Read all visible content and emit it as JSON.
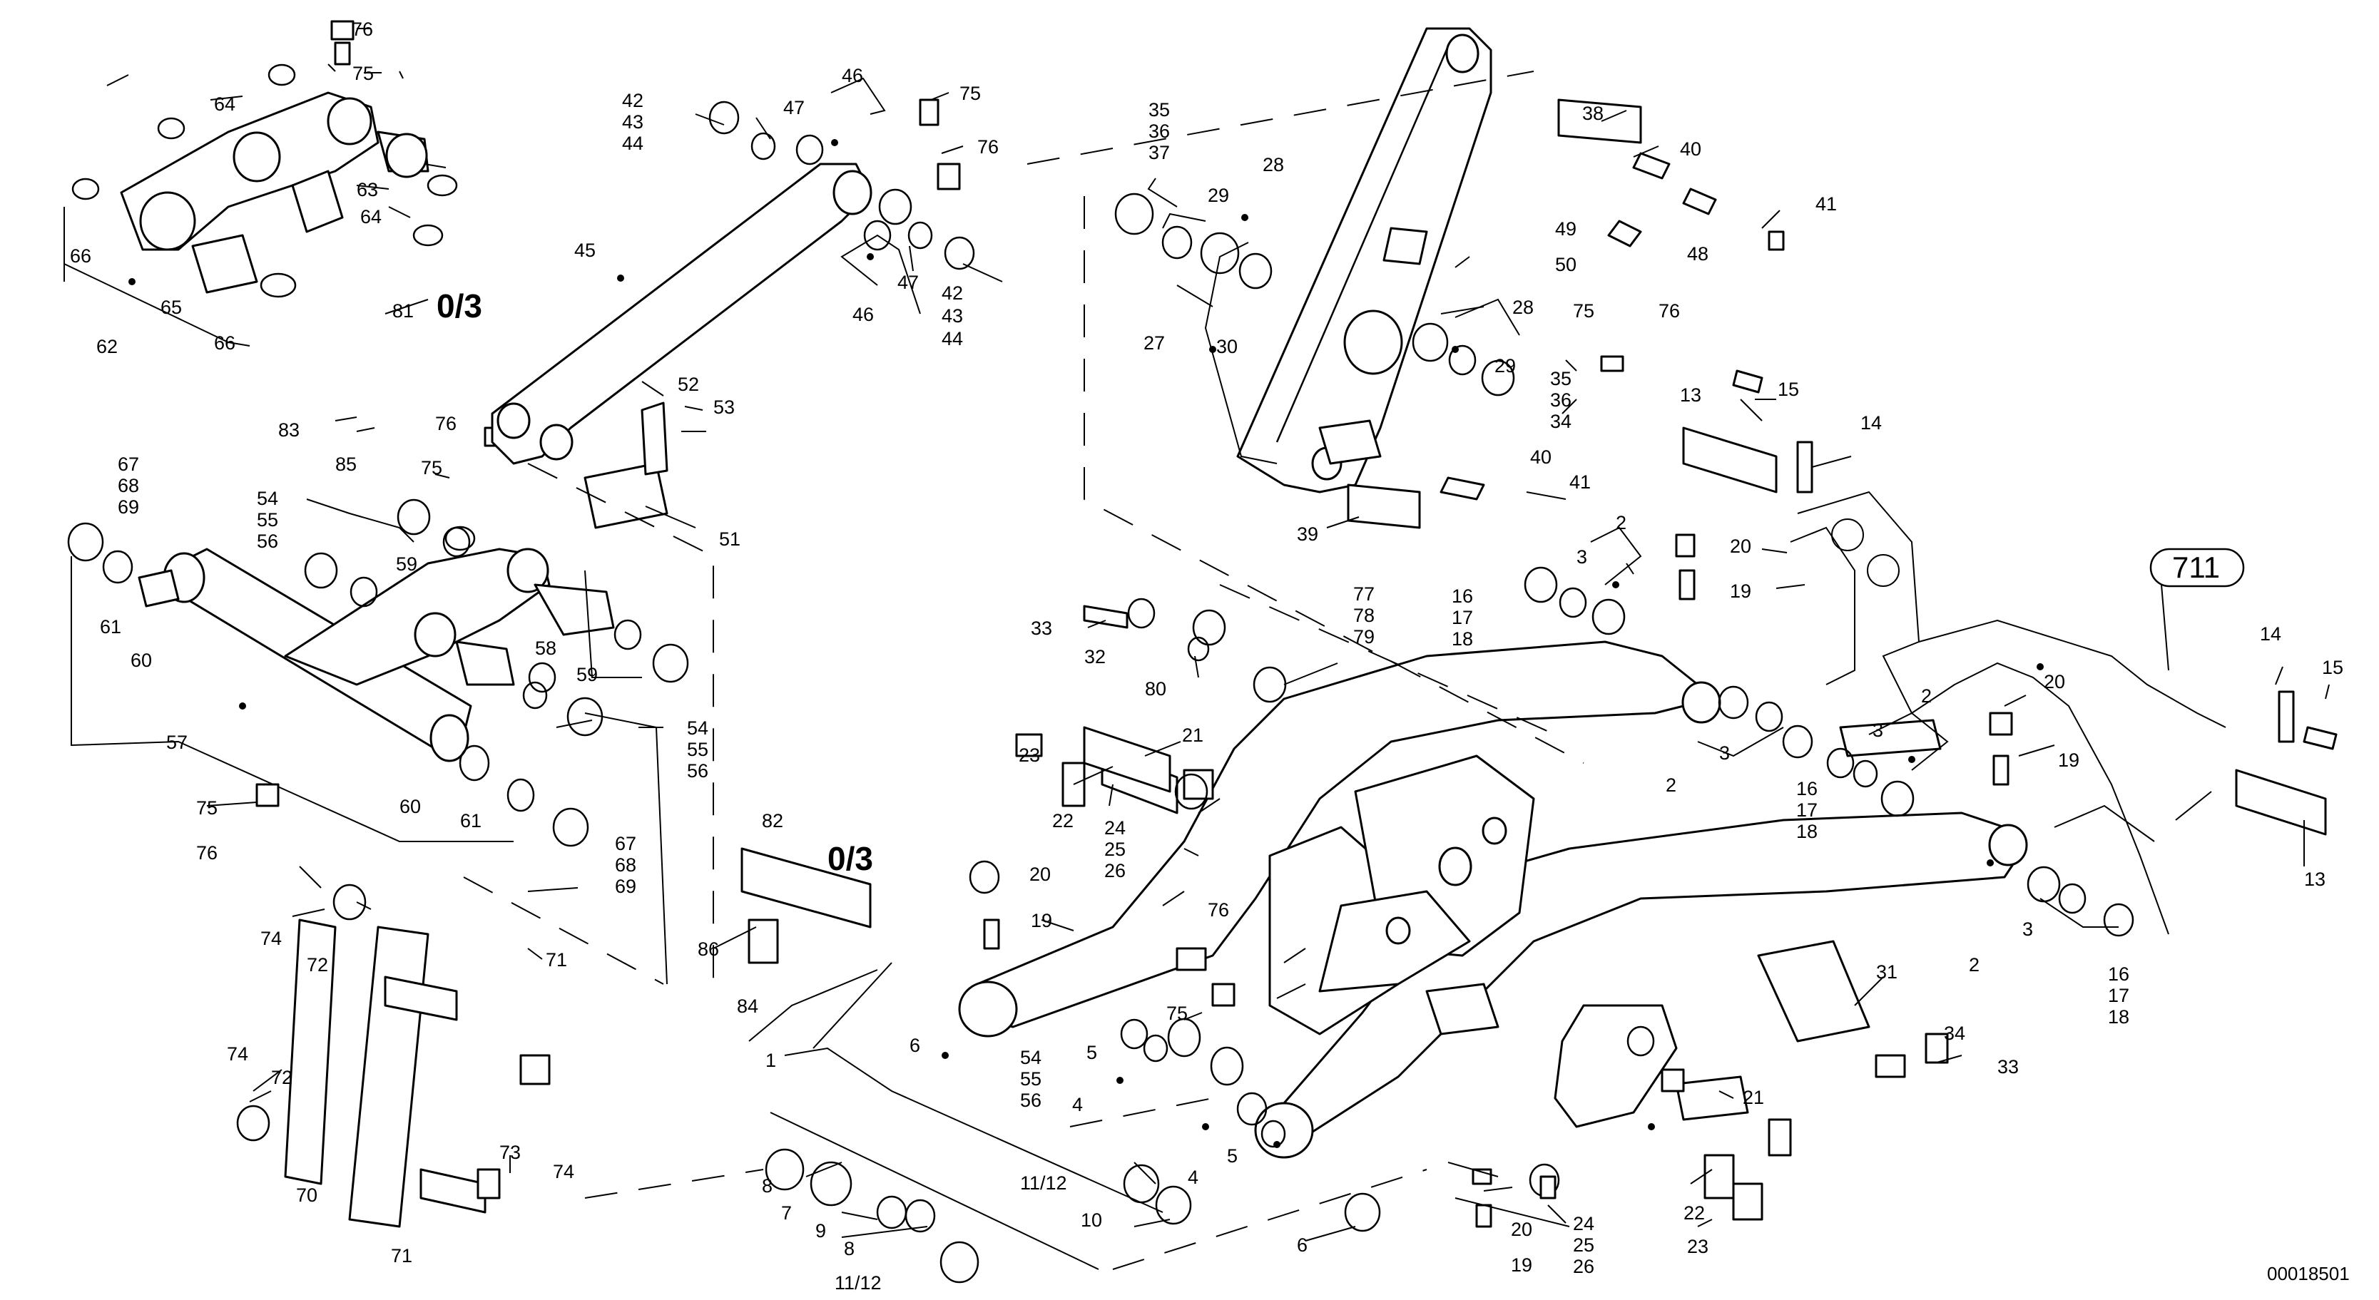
{
  "document_id": "00018501",
  "variant_labels": [
    "0/3",
    "0/3"
  ],
  "assembly_ref": "711",
  "callouts": {
    "c1": "1",
    "c2a": "2",
    "c2b": "2",
    "c2c": "2",
    "c2d": "2",
    "c3a": "3",
    "c3b": "3",
    "c3c": "3",
    "c3d": "3",
    "c4a": "4",
    "c4b": "4",
    "c5a": "5",
    "c5b": "5",
    "c6a": "6",
    "c6b": "6",
    "c7": "7",
    "c8a": "8",
    "c8b": "8",
    "c9": "9",
    "c10": "10",
    "c11_12a": "11/12",
    "c11_12b": "11/12",
    "c13a": "13",
    "c13b": "13",
    "c14a": "14",
    "c14b": "14",
    "c15a": "15",
    "c15b": "15",
    "c16a": "16",
    "c17a": "17",
    "c18a": "18",
    "c16b": "16",
    "c17b": "17",
    "c18b": "18",
    "c16c": "16",
    "c17c": "17",
    "c18c": "18",
    "c19a": "19",
    "c19b": "19",
    "c19c": "19",
    "c19d": "19",
    "c20a": "20",
    "c20b": "20",
    "c20c": "20",
    "c20d": "20",
    "c21a": "21",
    "c21b": "21",
    "c22a": "22",
    "c22b": "22",
    "c23a": "23",
    "c23b": "23",
    "c24a": "24",
    "c25a": "25",
    "c26a": "26",
    "c24b": "24",
    "c25b": "25",
    "c26b": "26",
    "c27": "27",
    "c28a": "28",
    "c28b": "28",
    "c29a": "29",
    "c29b": "29",
    "c30": "30",
    "c31": "31",
    "c32": "32",
    "c33a": "33",
    "c33b": "33",
    "c34a": "34",
    "c34b": "34",
    "c35a": "35",
    "c36a": "36",
    "c37": "37",
    "c35b": "35",
    "c36b": "36",
    "c38": "38",
    "c39": "39",
    "c40a": "40",
    "c40b": "40",
    "c41a": "41",
    "c41b": "41",
    "c42a": "42",
    "c43a": "43",
    "c44a": "44",
    "c42b": "42",
    "c43b": "43",
    "c44b": "44",
    "c45": "45",
    "c46a": "46",
    "c46b": "46",
    "c47a": "47",
    "c47b": "47",
    "c48": "48",
    "c49": "49",
    "c50": "50",
    "c51": "51",
    "c52": "52",
    "c53": "53",
    "c54a": "54",
    "c55a": "55",
    "c56a": "56",
    "c54b": "54",
    "c55b": "55",
    "c56b": "56",
    "c54c": "54",
    "c55c": "55",
    "c56c": "56",
    "c57": "57",
    "c58": "58",
    "c59a": "59",
    "c59b": "59",
    "c60a": "60",
    "c60b": "60",
    "c61a": "61",
    "c61b": "61",
    "c62": "62",
    "c63": "63",
    "c64a": "64",
    "c64b": "64",
    "c65": "65",
    "c66a": "66",
    "c66b": "66",
    "c67a": "67",
    "c68a": "68",
    "c69a": "69",
    "c67b": "67",
    "c68b": "68",
    "c69b": "69",
    "c70": "70",
    "c71a": "71",
    "c71b": "71",
    "c72a": "72",
    "c72b": "72",
    "c73": "73",
    "c74a": "74",
    "c74b": "74",
    "c74c": "74",
    "c75a": "75",
    "c75b": "75",
    "c75c": "75",
    "c75d": "75",
    "c75e": "75",
    "c75f": "75",
    "c76a": "76",
    "c76b": "76",
    "c76c": "76",
    "c76d": "76",
    "c76e": "76",
    "c76f": "76",
    "c77": "77",
    "c78": "78",
    "c79": "79",
    "c80": "80",
    "c81": "81",
    "c82": "82",
    "c83": "83",
    "c84": "84",
    "c85": "85",
    "c86": "86"
  }
}
